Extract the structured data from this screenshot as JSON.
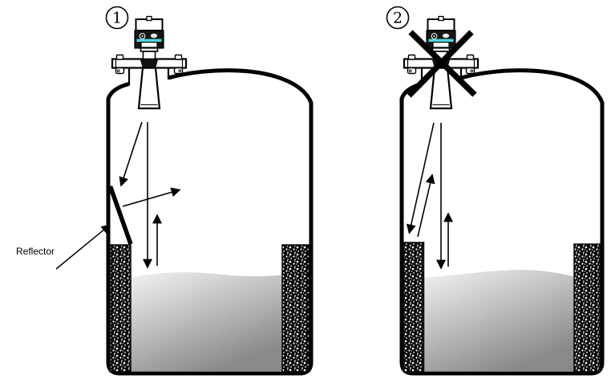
{
  "diagram": {
    "panels": [
      {
        "number": "1",
        "reflector_label": "Reflector"
      },
      {
        "number": "2"
      }
    ],
    "colors": {
      "line": "#000000",
      "background": "#ffffff",
      "device_screen": "#4ed7dc",
      "liquid_light": "#f2f2f2",
      "liquid_dark": "#8a8a8a"
    },
    "icons": {
      "device": "radar-level-transmitter-icon",
      "prohibition": "x-cross-icon",
      "arrows": "beam-arrow-icon"
    }
  }
}
